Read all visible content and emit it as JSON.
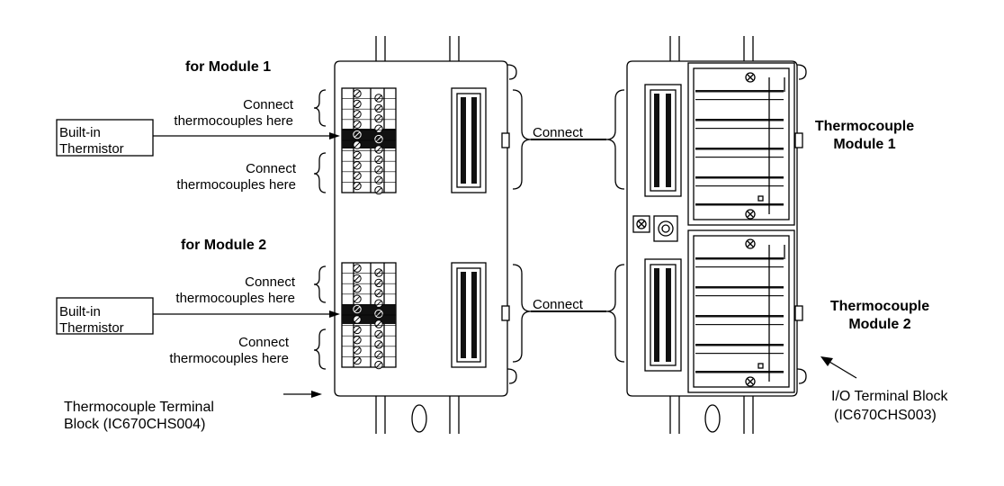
{
  "labels": {
    "for_module_1": "for Module 1",
    "for_module_2": "for Module 2",
    "connect_here_top_a_1": "Connect",
    "connect_here_top_a_2": "thermocouples here",
    "connect_here_top_b_1": "Connect",
    "connect_here_top_b_2": "thermocouples here",
    "connect_here_bot_a_1": "Connect",
    "connect_here_bot_a_2": "thermocouples here",
    "connect_here_bot_b_1": "Connect",
    "connect_here_bot_b_2": "thermocouples here",
    "thermistor_1_line1": "Built-in",
    "thermistor_1_line2": "Thermistor",
    "thermistor_2_line1": "Built-in",
    "thermistor_2_line2": "Thermistor",
    "connect_1": "Connect",
    "connect_2": "Connect",
    "tc_module_1_line1": "Thermocouple",
    "tc_module_1_line2": "Module 1",
    "tc_module_2_line1": "Thermocouple",
    "tc_module_2_line2": "Module 2",
    "terminal_block_line1": "Thermocouple Terminal",
    "terminal_block_line2": "Block (IC670CHS004)",
    "io_block_line1": "I/O Terminal Block",
    "io_block_line2": "(IC670CHS003)"
  }
}
